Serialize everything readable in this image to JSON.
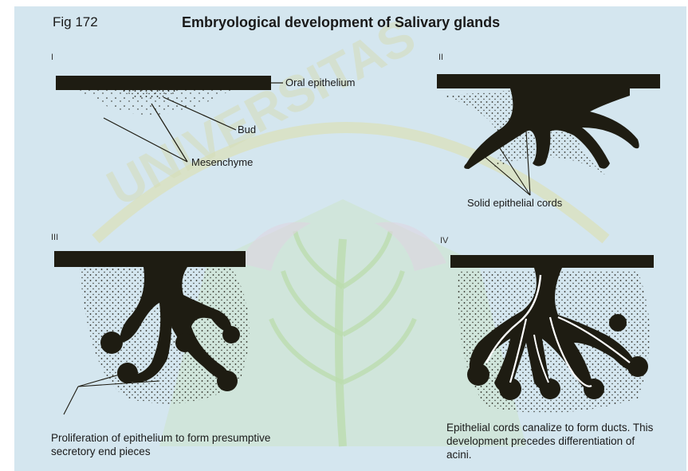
{
  "figure": {
    "number": "Fig 172",
    "title": "Embryological development of Salivary glands"
  },
  "stages": [
    {
      "numeral": "I",
      "labels": {
        "oral_epithelium": "Oral epithelium",
        "bud": "Bud",
        "mesenchyme": "Mesenchyme"
      }
    },
    {
      "numeral": "II",
      "labels": {
        "solid_cords": "Solid epithelial cords"
      }
    },
    {
      "numeral": "III",
      "caption": "Proliferation of epithelium to form presumptive secretory end pieces"
    },
    {
      "numeral": "IV",
      "caption": "Epithelial cords canalize to form ducts. This development precedes differentiation of acini."
    }
  ],
  "watermark": {
    "text": "UNIVERSITAS",
    "color": "#e2d97a"
  },
  "colors": {
    "background": "#d4e6ef",
    "epithelium": "#1e1c12",
    "text": "#1a1a1a",
    "watermark_green": "#b9dc8c"
  }
}
